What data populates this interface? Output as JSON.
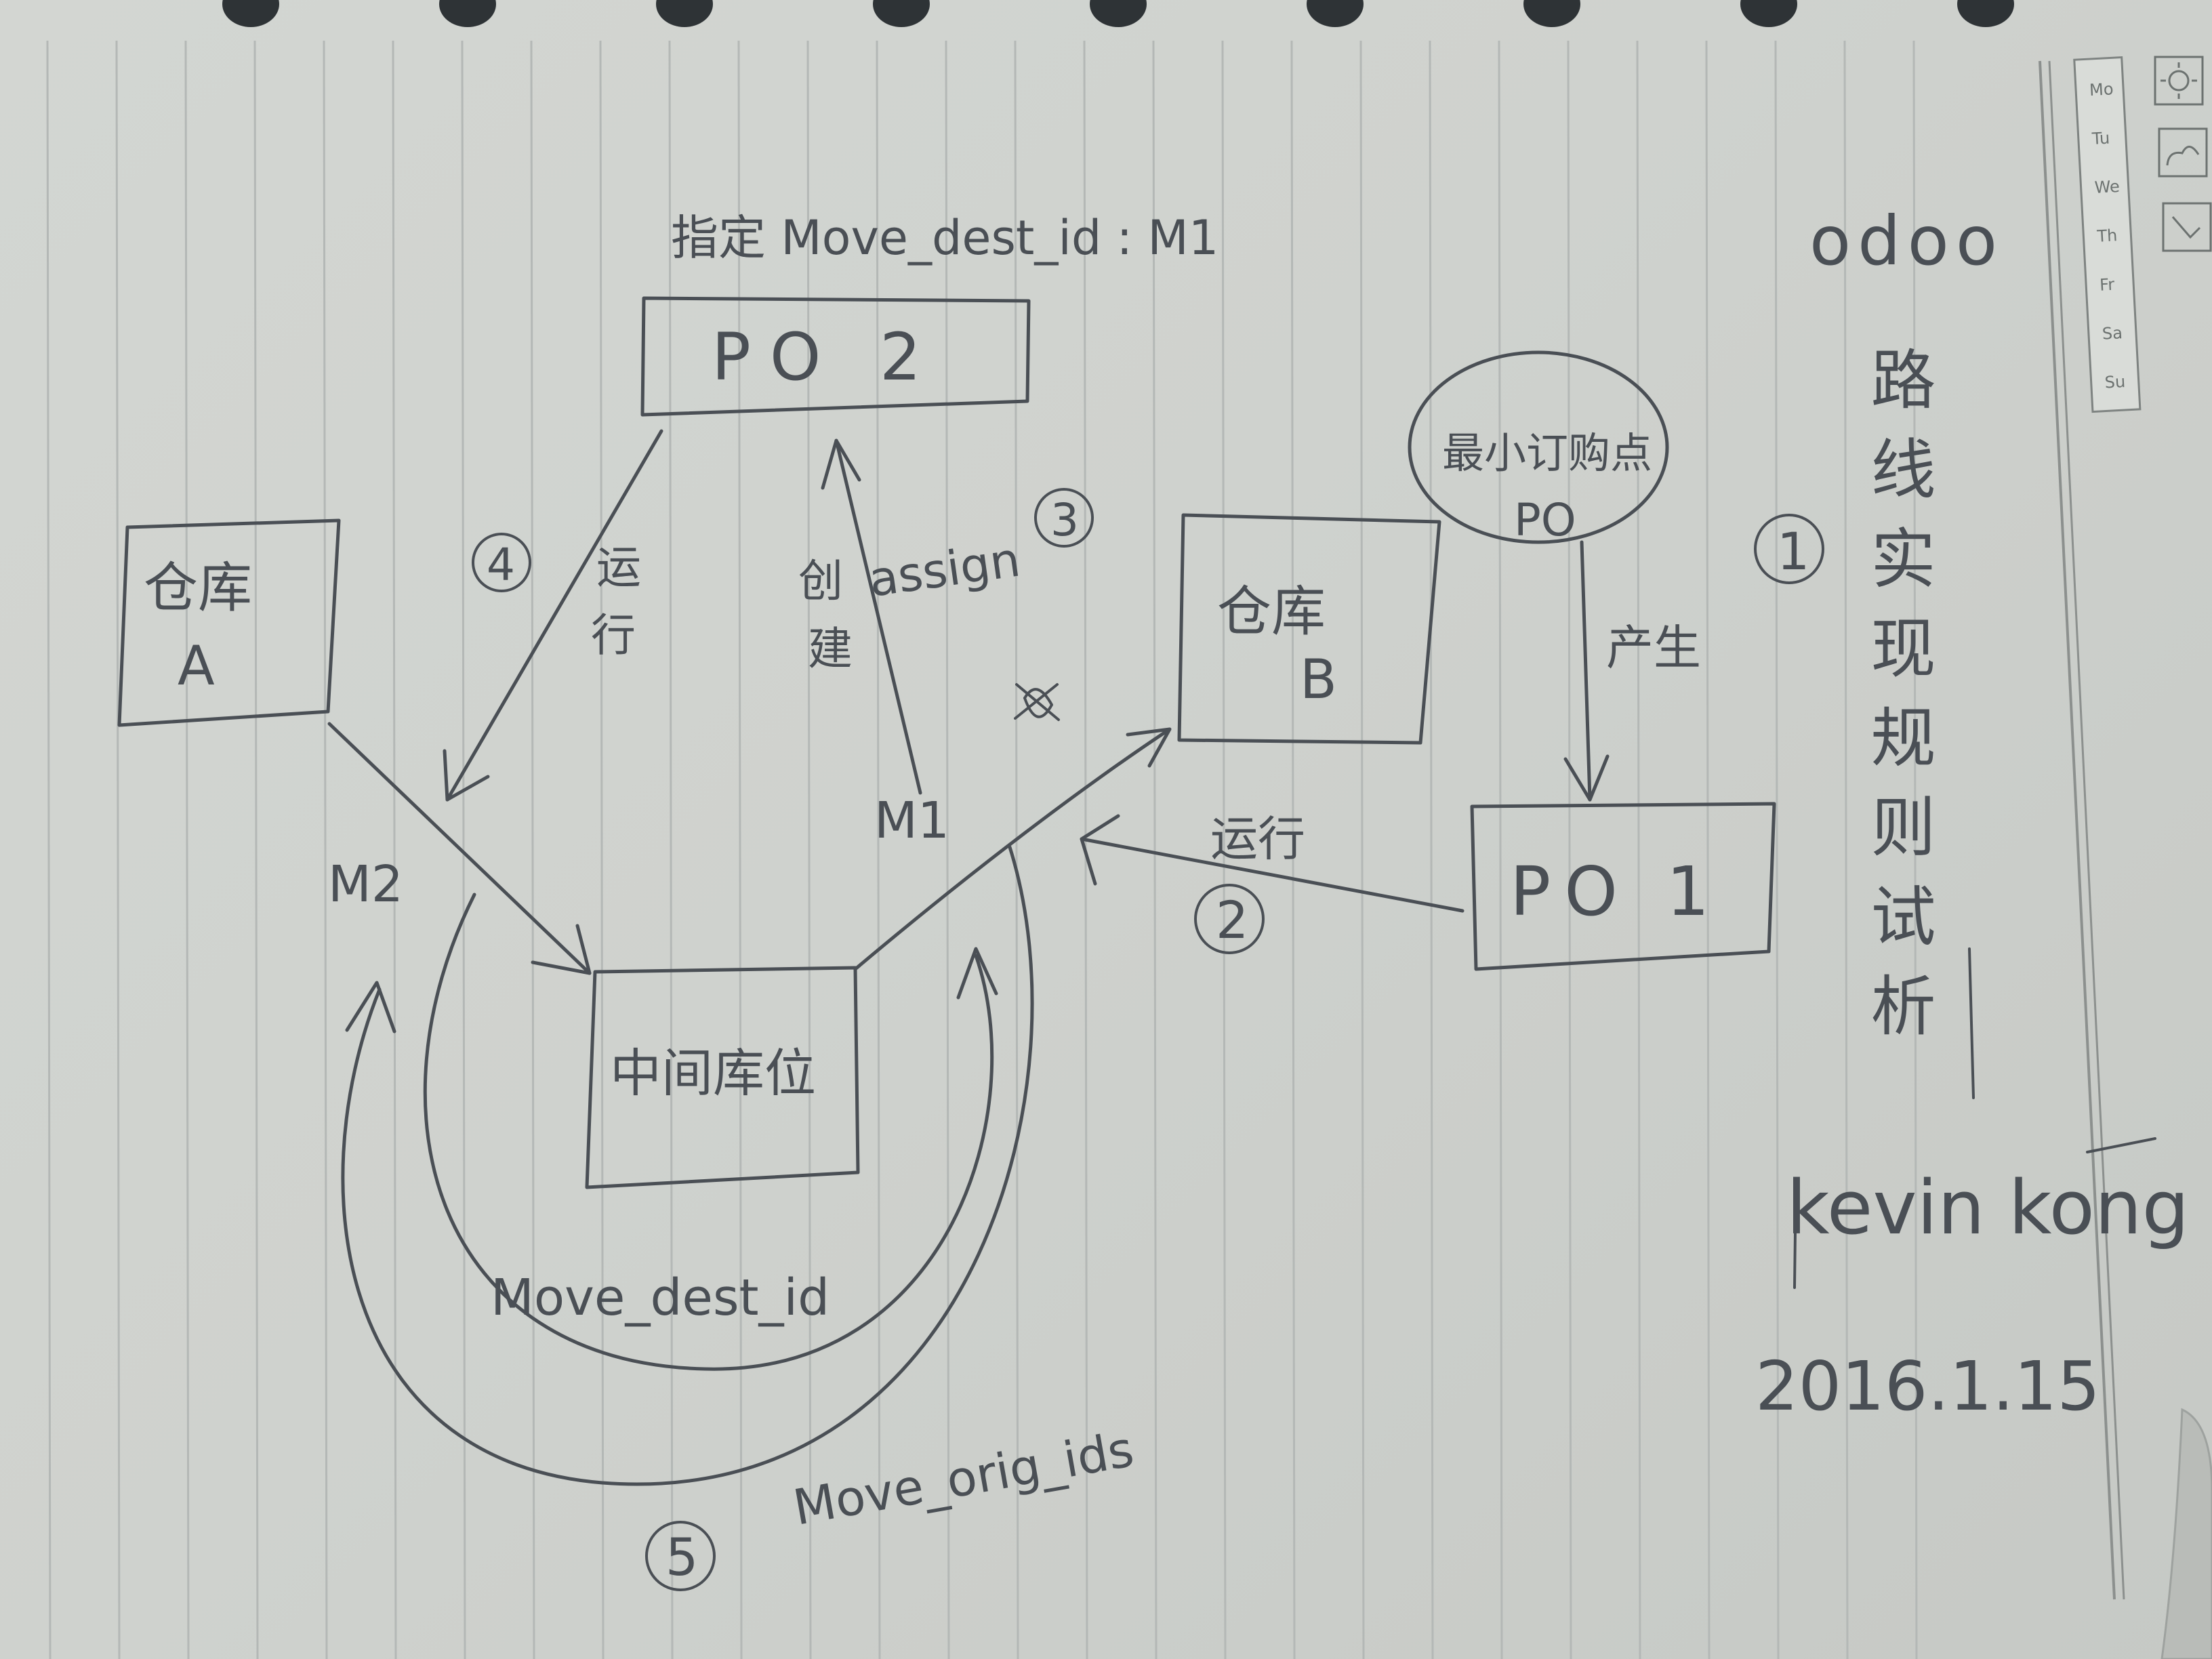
{
  "sidebar": {
    "title": "odoo",
    "subtitle": "路线实现规则试析",
    "author": "kevin kong",
    "date": "2016.1.15"
  },
  "weekdays": [
    "Mo",
    "Tu",
    "We",
    "Th",
    "Fr",
    "Sa",
    "Su"
  ],
  "diagram": {
    "top_note": "指定 Move_dest_id : M1",
    "boxes": {
      "po2": "PO 2",
      "warehouse_a_line1": "仓库",
      "warehouse_a_line2": "A",
      "warehouse_b_line1": "仓库",
      "warehouse_b_line2": "B",
      "middle": "中间库位",
      "po1": "PO 1",
      "min_order_line1": "最小订购点",
      "min_order_line2": "PO"
    },
    "labels": {
      "produce": "产生",
      "run_2": "运行",
      "run_4": "运行",
      "create": "创建",
      "assign": "assign",
      "m1": "M1",
      "m2": "M2",
      "move_dest_id": "Move_dest_id",
      "move_orig_ids": "Move_orig_ids",
      "step1": "1",
      "step2": "2",
      "step3": "3",
      "step4": "4",
      "step5": "5"
    }
  }
}
